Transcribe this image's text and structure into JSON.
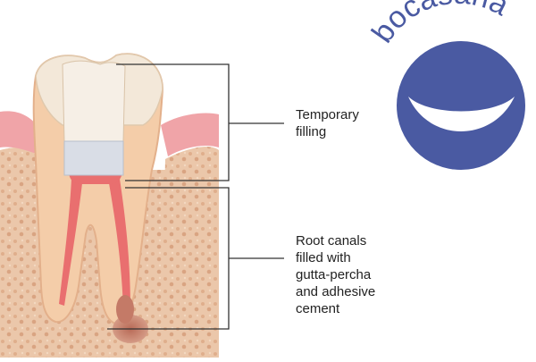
{
  "brand": {
    "name": "bocasana",
    "color": "#4a5aa2"
  },
  "labels": {
    "temporary_filling": "Temporary\nfilling",
    "root_canals": "Root canals\nfilled with\ngutta-percha\nand adhesive\ncement"
  },
  "colors": {
    "bone": "#e8c3a5",
    "gum": "#f0a4a8",
    "crown": "#f3e8d9",
    "dentin": "#f4cda9",
    "canal": "#e96f6f",
    "filling": "#d9dde6",
    "abscess": "#c97e6c",
    "leader": "#333333"
  }
}
